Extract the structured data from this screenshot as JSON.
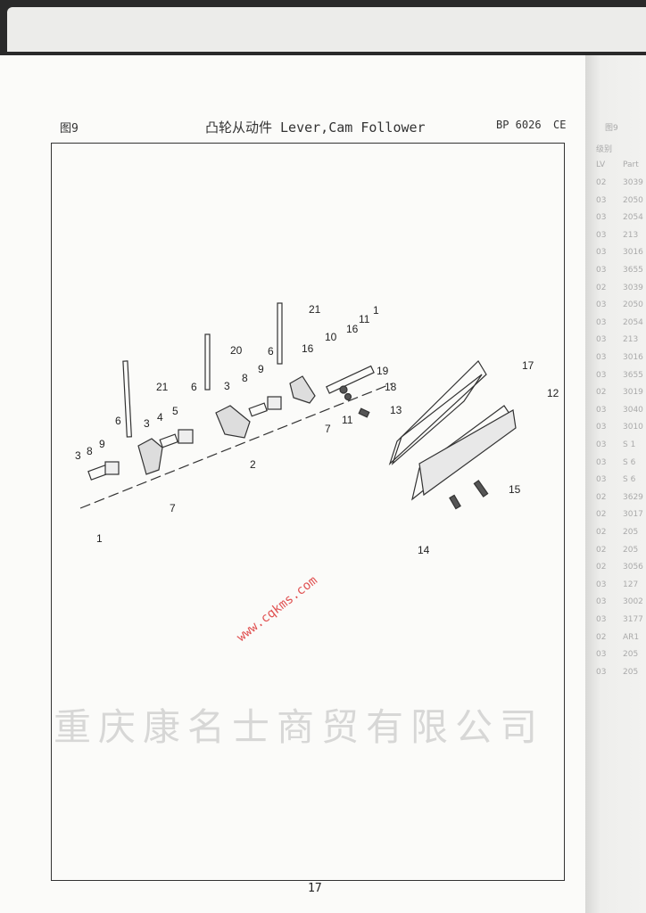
{
  "header": {
    "figure": "图9",
    "title": "凸轮从动件 Lever,Cam Follower",
    "model": "BP 6026",
    "code": "CE"
  },
  "page_number": "17",
  "watermark": {
    "company": "重庆康名士商贸有限公司",
    "url": "www.cqkms.com"
  },
  "callouts": [
    "21",
    "20",
    "21",
    "6",
    "16",
    "10",
    "16",
    "11",
    "1",
    "19",
    "18",
    "13",
    "11",
    "7",
    "6",
    "3",
    "8",
    "9",
    "2",
    "6",
    "3",
    "4",
    "5",
    "9",
    "8",
    "3",
    "7",
    "1",
    "17",
    "12",
    "15",
    "14"
  ],
  "right_page": {
    "fig": "图9",
    "headers": [
      "级别",
      "LV",
      "Part"
    ],
    "rows": [
      [
        "02",
        "3039"
      ],
      [
        "03",
        "2050"
      ],
      [
        "03",
        "2054"
      ],
      [
        "03",
        "213"
      ],
      [
        "03",
        "3016"
      ],
      [
        "03",
        "3655"
      ],
      [
        "02",
        "3039"
      ],
      [
        "03",
        "2050"
      ],
      [
        "03",
        "2054"
      ],
      [
        "03",
        "213"
      ],
      [
        "03",
        "3016"
      ],
      [
        "03",
        "3655"
      ],
      [
        "02",
        "3019"
      ],
      [
        "03",
        "3040"
      ],
      [
        "03",
        "3010"
      ],
      [
        "03",
        "S 1"
      ],
      [
        "03",
        "S 6"
      ],
      [
        "03",
        "S 6"
      ],
      [
        "02",
        "3629"
      ],
      [
        "02",
        "3017"
      ],
      [
        "02",
        "205"
      ],
      [
        "02",
        "205"
      ],
      [
        "02",
        "3056"
      ],
      [
        "03",
        "127"
      ],
      [
        "03",
        "3002"
      ],
      [
        "03",
        "3177"
      ],
      [
        "02",
        "AR1"
      ],
      [
        "03",
        "205"
      ],
      [
        "03",
        "205"
      ]
    ]
  }
}
